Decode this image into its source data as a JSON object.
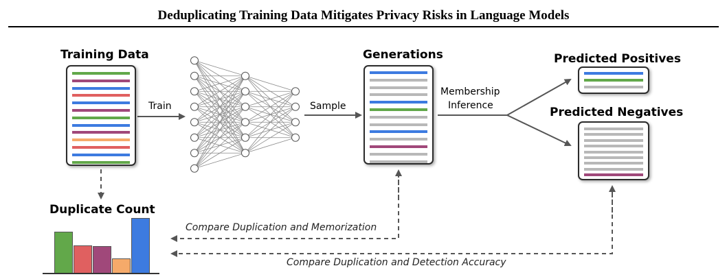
{
  "title": "Deduplicating Training Data Mitigates Privacy Risks in Language Models",
  "headings": {
    "training_data": "Training Data",
    "generations": "Generations",
    "predicted_positives": "Predicted Positives",
    "predicted_negatives": "Predicted Negatives",
    "duplicate_count": "Duplicate Count"
  },
  "edge_labels": {
    "train": "Train",
    "sample": "Sample",
    "membership_line1": "Membership",
    "membership_line2": "Inference"
  },
  "comparisons": {
    "memorization": "Compare Duplication and Memorization",
    "detection": "Compare Duplication and Detection Accuracy"
  },
  "colors": {
    "blue": "#3d7be0",
    "purple": "#a0487a",
    "red": "#e06060",
    "green": "#62a84a",
    "orange": "#f5aa6a",
    "gray": "#b8b8b8",
    "arrow": "#555555"
  },
  "stripes": {
    "training_data": [
      "green",
      "purple",
      "blue",
      "red",
      "blue",
      "purple",
      "green",
      "blue",
      "purple",
      "orange",
      "red",
      "blue",
      "green"
    ],
    "generations": [
      "blue",
      "gray",
      "gray",
      "gray",
      "blue",
      "green",
      "gray",
      "gray",
      "blue",
      "gray",
      "purple",
      "gray",
      "gray"
    ],
    "predicted_positives": [
      "blue",
      "green",
      "gray"
    ],
    "predicted_negatives": [
      "gray",
      "gray",
      "gray",
      "gray",
      "gray",
      "gray",
      "gray",
      "gray",
      "purple"
    ]
  },
  "duplicate_bars": {
    "colors": [
      "green",
      "red",
      "purple",
      "orange",
      "blue"
    ],
    "values": [
      60,
      40,
      39,
      21,
      80
    ]
  },
  "network": {
    "layers": [
      8,
      6,
      4
    ]
  }
}
